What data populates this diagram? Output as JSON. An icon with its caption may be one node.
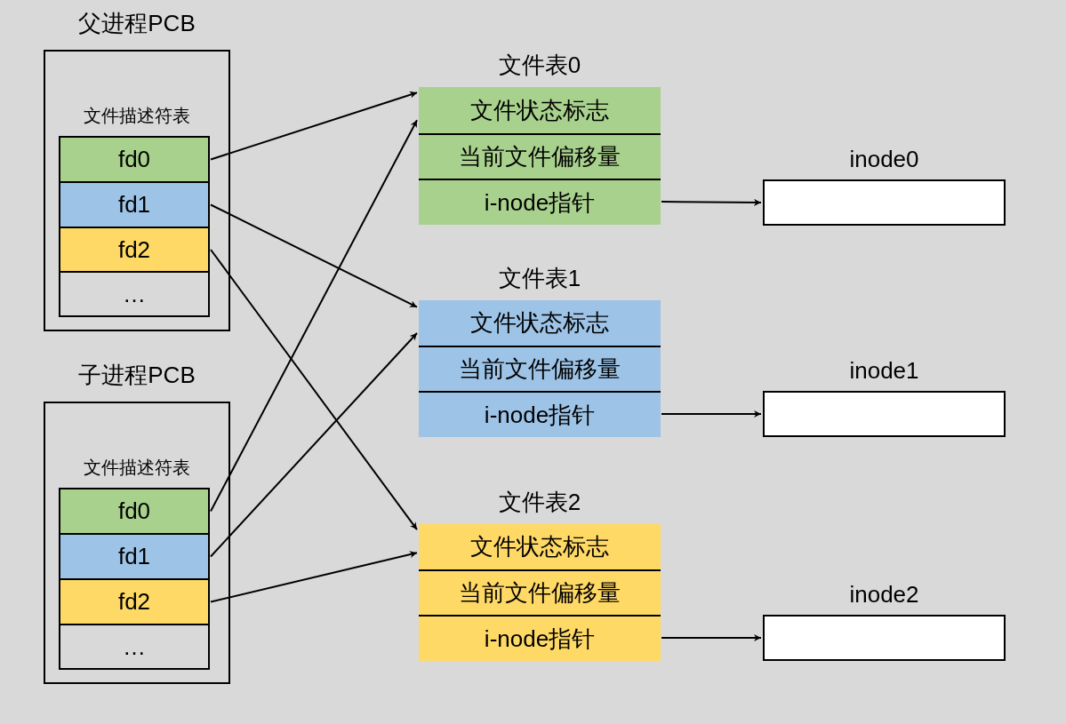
{
  "diagram": {
    "nodes": [
      {
        "text": [
          "父进程PCB",
          "文件描述符表"
        ]
      },
      {
        "text": [
          "fd0"
        ],
        "in": 0
      },
      {
        "text": [
          "fd1"
        ],
        "in": 0
      },
      {
        "text": [
          "fd2"
        ],
        "in": 0
      },
      {
        "text": [
          "…"
        ],
        "in": 0
      },
      {
        "text": [
          "子进程PCB",
          "文件描述符表"
        ]
      },
      {
        "text": [
          "fd0"
        ],
        "in": 5
      },
      {
        "text": [
          "fd1"
        ],
        "in": 5
      },
      {
        "text": [
          "fd2"
        ],
        "in": 5
      },
      {
        "text": [
          "…"
        ],
        "in": 5
      },
      {
        "text": [
          "文件表0"
        ]
      },
      {
        "text": [
          "文件状态标志"
        ],
        "in": 10
      },
      {
        "text": [
          "当前文件偏移量"
        ],
        "in": 10
      },
      {
        "text": [
          "i-node指针"
        ],
        "in": 10
      },
      {
        "text": [
          "文件表1"
        ]
      },
      {
        "text": [
          "文件状态标志"
        ],
        "in": 14
      },
      {
        "text": [
          "当前文件偏移量"
        ],
        "in": 14
      },
      {
        "text": [
          "i-node指针"
        ],
        "in": 14
      },
      {
        "text": [
          "文件表2"
        ]
      },
      {
        "text": [
          "文件状态标志"
        ],
        "in": 18
      },
      {
        "text": [
          "当前文件偏移量"
        ],
        "in": 18
      },
      {
        "text": [
          "i-node指针"
        ],
        "in": 18
      },
      {
        "text": [
          "inode0"
        ]
      },
      {
        "text": [
          "inode1"
        ]
      },
      {
        "text": [
          "inode2"
        ]
      }
    ],
    "edges": [
      {
        "from": 1,
        "to": 10,
        "arrow": "to"
      },
      {
        "from": 2,
        "to": 14,
        "arrow": "to"
      },
      {
        "from": 3,
        "to": 18,
        "arrow": "to"
      },
      {
        "from": 6,
        "to": 10,
        "arrow": "to"
      },
      {
        "from": 7,
        "to": 14,
        "arrow": "to"
      },
      {
        "from": 8,
        "to": 18,
        "arrow": "to"
      },
      {
        "from": 13,
        "to": 22,
        "arrow": "to"
      },
      {
        "from": 17,
        "to": 23,
        "arrow": "to"
      },
      {
        "from": 21,
        "to": 24,
        "arrow": "to"
      }
    ]
  }
}
